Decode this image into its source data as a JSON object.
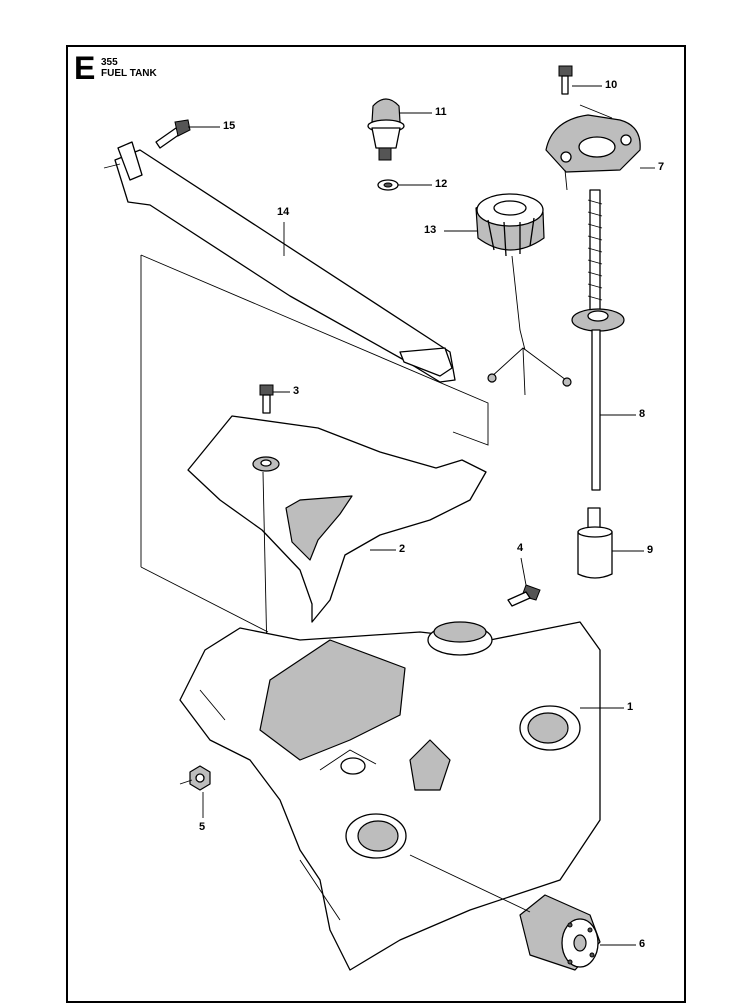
{
  "header": {
    "section_letter": "E",
    "model": "355",
    "section_name": "FUEL TANK"
  },
  "callouts": [
    {
      "id": "1",
      "label": "1"
    },
    {
      "id": "2",
      "label": "2"
    },
    {
      "id": "3",
      "label": "3"
    },
    {
      "id": "4",
      "label": "4"
    },
    {
      "id": "5",
      "label": "5"
    },
    {
      "id": "6",
      "label": "6"
    },
    {
      "id": "7",
      "label": "7"
    },
    {
      "id": "8",
      "label": "8"
    },
    {
      "id": "9",
      "label": "9"
    },
    {
      "id": "10",
      "label": "10"
    },
    {
      "id": "11",
      "label": "11"
    },
    {
      "id": "12",
      "label": "12"
    },
    {
      "id": "13",
      "label": "13"
    },
    {
      "id": "14",
      "label": "14"
    },
    {
      "id": "15",
      "label": "15"
    }
  ]
}
